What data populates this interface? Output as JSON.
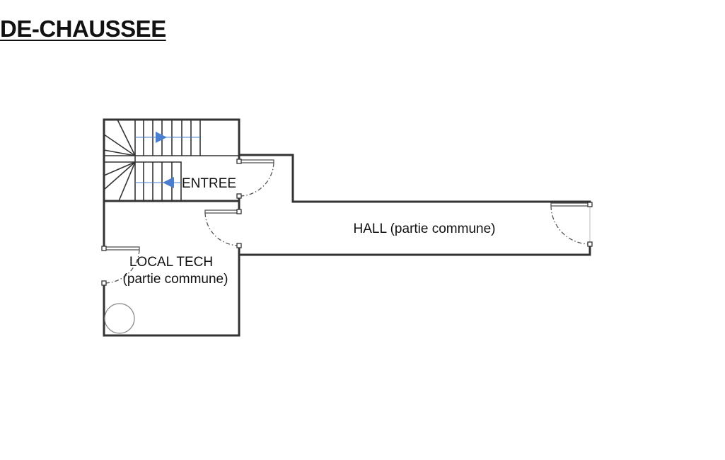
{
  "title": "DE-CHAUSSEE",
  "rooms": {
    "entree": "ENTREE",
    "hall": "HALL (partie commune)",
    "local_tech_line1": "LOCAL TECH",
    "local_tech_line2": "(partie commune)"
  },
  "colors": {
    "walls": "#333333",
    "stair_arrow": "#4a7fd0"
  }
}
